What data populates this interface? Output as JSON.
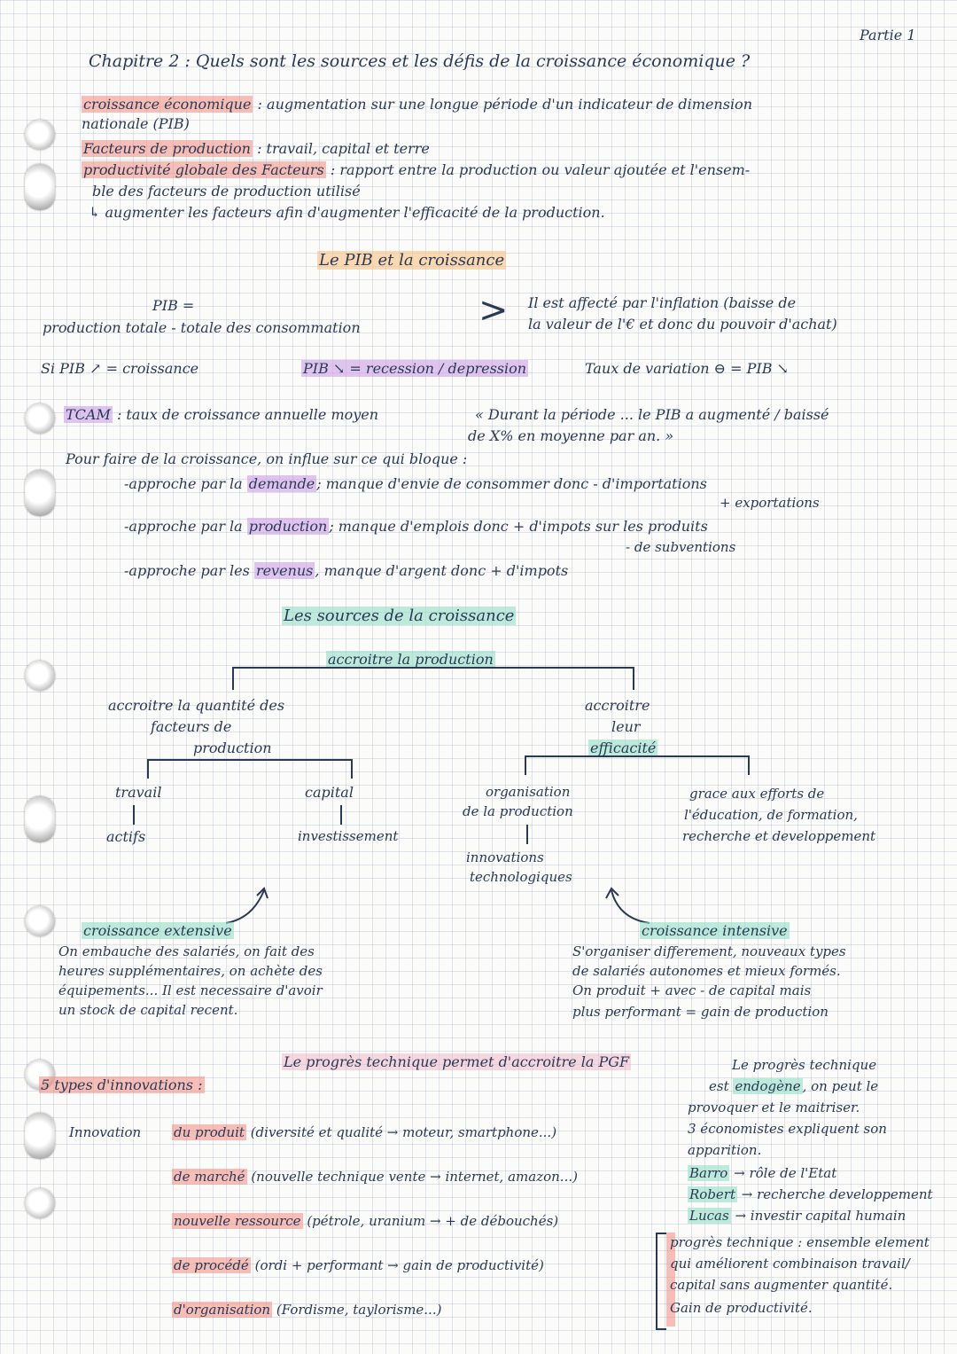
{
  "page_label": "Partie 1",
  "chapter_title": "Chapitre 2 : Quels sont les sources et les défis de la croissance économique ?",
  "definitions": {
    "croissance_term": "croissance économique",
    "croissance_def_1": ": augmentation sur une longue période d'un indicateur de dimension",
    "croissance_def_2": "nationale (PIB)",
    "facteurs_term": "Facteurs de production",
    "facteurs_def": ": travail, capital et terre",
    "pgf_term": "productivité globale des Facteurs",
    "pgf_def_1": ": rapport entre la production ou valeur ajoutée et l'ensem-",
    "pgf_def_2": "ble des facteurs de production utilisé",
    "pgf_arrow_note": "augmenter les facteurs afin d'augmenter l'efficacité de la production."
  },
  "section_pib": {
    "title": "Le PIB et la croissance",
    "pib_eq_1": "PIB =",
    "pib_eq_2": "production totale - totale des consommation",
    "inflation_note_1": "Il est affecté par l'inflation (baisse de",
    "inflation_note_2": "la valeur de l'€ et donc du pouvoir d'achat)",
    "si_line_1": "Si PIB ↗ = croissance",
    "si_line_2": "PIB ↘ = recession / depression",
    "si_line_3": "Taux de variation ⊖ = PIB ↘",
    "tcam_term": "TCAM",
    "tcam_def": ": taux de croissance annuelle moyen",
    "tcam_quote_1": "« Durant la période ... le PIB a augmenté / baissé",
    "tcam_quote_2": "de X% en moyenne par an. »",
    "pour_faire": "Pour faire de la croissance, on influe sur ce qui bloque :",
    "approche_demande_pre": "-approche par la",
    "approche_demande_word": "demande",
    "approche_demande_post": "; manque d'envie de consommer donc - d'importations",
    "approche_demande_sub": "+ exportations",
    "approche_production_pre": "-approche par la",
    "approche_production_word": "production",
    "approche_production_post": "; manque d'emplois donc + d'impots sur les produits",
    "approche_production_sub": "- de subventions",
    "approche_revenus_pre": "-approche par les",
    "approche_revenus_word": "revenus",
    "approche_revenus_post": ", manque d'argent donc + d'impots"
  },
  "section_sources": {
    "title": "Les sources de la croissance",
    "root": "accroitre la production",
    "left_branch_1": "accroitre la quantité des",
    "left_branch_2": "facteurs de",
    "left_branch_3": "production",
    "right_branch_1": "accroitre",
    "right_branch_2": "leur",
    "right_branch_3": "efficacité",
    "travail": "travail",
    "actifs": "actifs",
    "capital": "capital",
    "investissement": "investissement",
    "organisation_1": "organisation",
    "organisation_2": "de la production",
    "innovations_1": "innovations",
    "innovations_2": "technologiques",
    "grace_1": "grace aux efforts de",
    "grace_2": "l'éducation, de formation,",
    "grace_3": "recherche et developpement",
    "extensive_title": "croissance extensive",
    "extensive_1": "On embauche des salariés, on fait des",
    "extensive_2": "heures supplémentaires, on achète des",
    "extensive_3": "équipements... Il est necessaire d'avoir",
    "extensive_4": "un stock de capital recent.",
    "intensive_title": "croissance intensive",
    "intensive_1": "S'organiser differement, nouveaux types",
    "intensive_2": "de salariés autonomes et mieux formés.",
    "intensive_3": "On produit + avec - de capital mais",
    "intensive_4": "plus performant = gain de production"
  },
  "section_progres": {
    "title": "Le progrès technique permet d'accroitre la PGF",
    "types_title": "5 types d'innovations :",
    "innovation_label": "Innovation",
    "item_1_term": "du produit",
    "item_1_rest": "(diversité et qualité → moteur, smartphone...)",
    "item_2_term": "de marché",
    "item_2_rest": "(nouvelle technique vente → internet, amazon...)",
    "item_3_term": "nouvelle ressource",
    "item_3_rest": "(pétrole, uranium → + de débouchés)",
    "item_4_term": "de procédé",
    "item_4_rest": "(ordi + performant → gain de productivité)",
    "item_5_term": "d'organisation",
    "item_5_rest": "(Fordisme, taylorisme...)",
    "side_1": "Le progrès technique",
    "side_2_pre": "est",
    "side_2_word": "endogène",
    "side_2_post": ", on peut le",
    "side_3": "provoquer et le maitriser.",
    "side_4": "3 économistes expliquent son",
    "side_5": "apparition.",
    "barro_name": "Barro",
    "barro_desc": "→ rôle de l'Etat",
    "romer_name": "Robert",
    "romer_desc": "→ recherche developpement",
    "lucas_name": "Lucas",
    "lucas_desc": "→ investir capital humain",
    "box_1": "progrès technique : ensemble element",
    "box_2": "qui améliorent combinaison travail/",
    "box_3": "capital sans augmenter quantité.",
    "box_4": "Gain de productivité."
  },
  "colors": {
    "ink": "#2a3a55",
    "highlight_red": "#f48c82",
    "highlight_orange": "#f9c48c",
    "highlight_violet": "#cda0e8",
    "highlight_green": "#96e0c8",
    "highlight_pink": "#f0b4c8",
    "grid": "#96a0be"
  }
}
